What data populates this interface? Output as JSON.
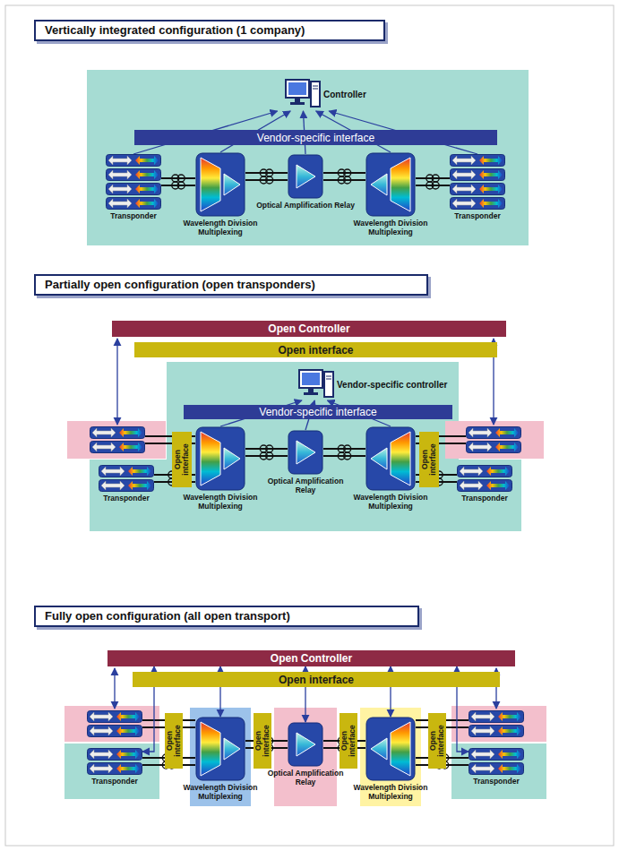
{
  "diagram": {
    "nodes": [
      {
        "text": [
          "Vertically integrated configuration (1 company)"
        ]
      },
      {
        "text": [
          "Controller"
        ]
      },
      {
        "text": [
          "Vendor-specific interface"
        ]
      },
      {
        "text": [
          "Transponder"
        ]
      },
      {
        "text": [
          "Wavelength Division Multiplexing"
        ]
      },
      {
        "text": [
          "Optical Amplification Relay"
        ]
      },
      {
        "text": [
          "Wavelength Division Multiplexing"
        ]
      },
      {
        "text": [
          "Transponder"
        ]
      },
      {
        "text": [
          "Partially open configuration (open transponders)"
        ]
      },
      {
        "text": [
          "Open Controller"
        ]
      },
      {
        "text": [
          "Open interface"
        ]
      },
      {
        "text": [
          "Vendor-specific controller"
        ]
      },
      {
        "text": [
          "Vendor-specific interface"
        ]
      },
      {
        "text": [
          "Open interface"
        ]
      },
      {
        "text": [
          "Transponder"
        ]
      },
      {
        "text": [
          "Wavelength Division Multiplexing"
        ]
      },
      {
        "text": [
          "Optical Amplification Relay"
        ]
      },
      {
        "text": [
          "Wavelength Division Multiplexing"
        ]
      },
      {
        "text": [
          "Open interface"
        ]
      },
      {
        "text": [
          "Transponder"
        ]
      },
      {
        "text": [
          "Fully open configuration (all open transport)"
        ]
      },
      {
        "text": [
          "Open Controller"
        ]
      },
      {
        "text": [
          "Open interface"
        ]
      },
      {
        "text": [
          "Open interface"
        ]
      },
      {
        "text": [
          "Transponder"
        ]
      },
      {
        "text": [
          "Wavelength Division Multiplexing"
        ]
      },
      {
        "text": [
          "Open interface"
        ]
      },
      {
        "text": [
          "Optical Amplification Relay"
        ]
      },
      {
        "text": [
          "Open interface"
        ]
      },
      {
        "text": [
          "Wavelength Division Multiplexing"
        ]
      },
      {
        "text": [
          "Open interface"
        ]
      },
      {
        "text": [
          "Transponder"
        ]
      }
    ],
    "edges": [
      {
        "from": 3,
        "to": 1,
        "arrow": "to"
      },
      {
        "from": 4,
        "to": 1,
        "arrow": "to"
      },
      {
        "from": 5,
        "to": 1,
        "arrow": "to"
      },
      {
        "from": 6,
        "to": 1,
        "arrow": "to"
      },
      {
        "from": 7,
        "to": 1,
        "arrow": "to"
      },
      {
        "from": 3,
        "to": 4,
        "arrow": "none"
      },
      {
        "from": 4,
        "to": 5,
        "arrow": "none"
      },
      {
        "from": 5,
        "to": 6,
        "arrow": "none"
      },
      {
        "from": 6,
        "to": 7,
        "arrow": "none"
      },
      {
        "from": 15,
        "to": 11,
        "arrow": "to"
      },
      {
        "from": 16,
        "to": 11,
        "arrow": "to"
      },
      {
        "from": 17,
        "to": 11,
        "arrow": "to"
      },
      {
        "from": 14,
        "to": 15,
        "arrow": "none"
      },
      {
        "from": 15,
        "to": 16,
        "arrow": "none"
      },
      {
        "from": 16,
        "to": 17,
        "arrow": "none"
      },
      {
        "from": 17,
        "to": 19,
        "arrow": "none"
      },
      {
        "from": 21,
        "to": 24,
        "arrow": "both"
      },
      {
        "from": 21,
        "to": 25,
        "arrow": "both"
      },
      {
        "from": 21,
        "to": 27,
        "arrow": "both"
      },
      {
        "from": 21,
        "to": 29,
        "arrow": "both"
      },
      {
        "from": 21,
        "to": 31,
        "arrow": "both"
      },
      {
        "from": 24,
        "to": 25,
        "arrow": "none"
      },
      {
        "from": 25,
        "to": 27,
        "arrow": "none"
      },
      {
        "from": 27,
        "to": 29,
        "arrow": "none"
      },
      {
        "from": 29,
        "to": 31,
        "arrow": "none"
      }
    ]
  }
}
